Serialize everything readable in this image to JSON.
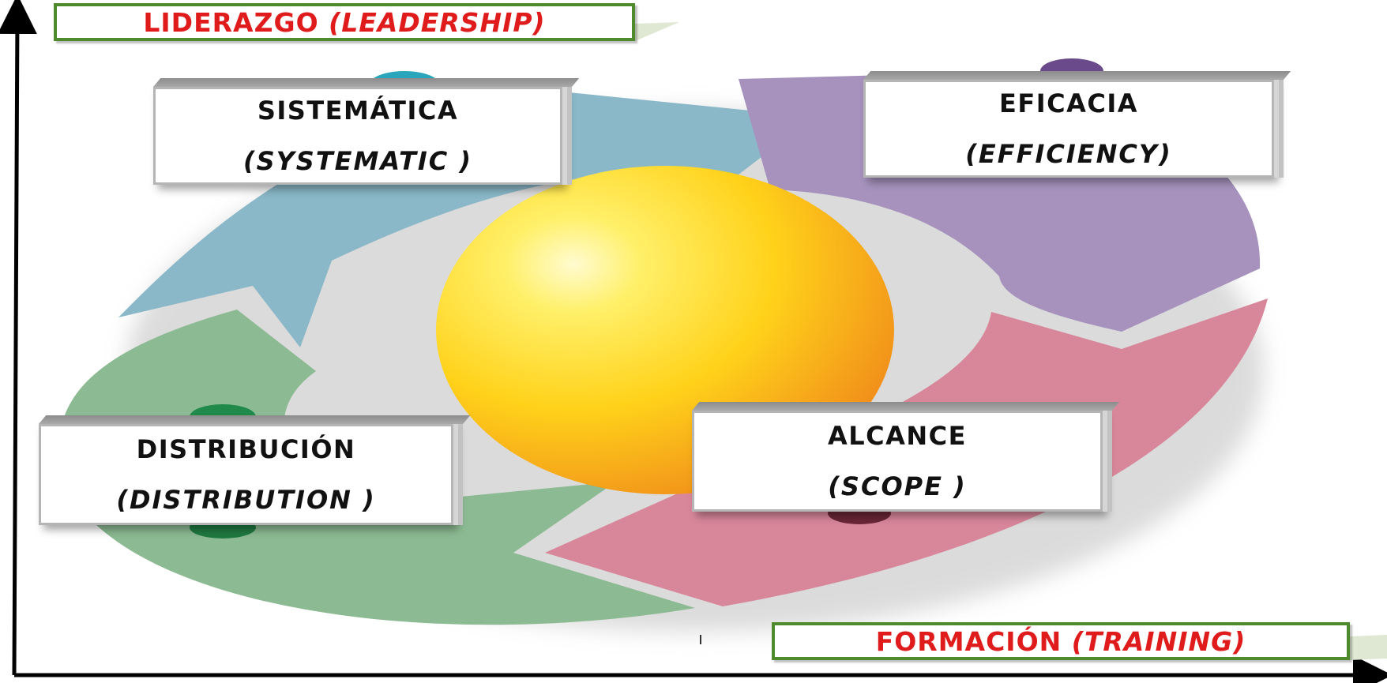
{
  "axes": {
    "y_label_main": "LIDERAZGO",
    "y_label_paren": "(LEADERSHIP)",
    "x_label_main": "FORMACIÓN",
    "x_label_paren": "(TRAINING)"
  },
  "cycle": {
    "systematic": {
      "es": "SISTEMÁTICA",
      "en": "(SYSTEMATIC )"
    },
    "efficiency": {
      "es": "EFICACIA",
      "en": "(EFFICIENCY)"
    },
    "distribution": {
      "es": "DISTRIBUCIÓN",
      "en": "(DISTRIBUTION )"
    },
    "scope": {
      "es": "ALCANCE",
      "en": "(SCOPE )"
    }
  },
  "colors": {
    "systematic_arrow": "#8ab8c8",
    "efficiency_arrow": "#a692bd",
    "distribution_arrow": "#8cba92",
    "scope_arrow": "#d8879a",
    "sphere_light": "#fffbd0",
    "sphere_mid": "#ffd21a",
    "sphere_dark": "#f08a1a",
    "axis_label_text": "#e01b1b",
    "axis_label_border": "#4f8a2c"
  }
}
